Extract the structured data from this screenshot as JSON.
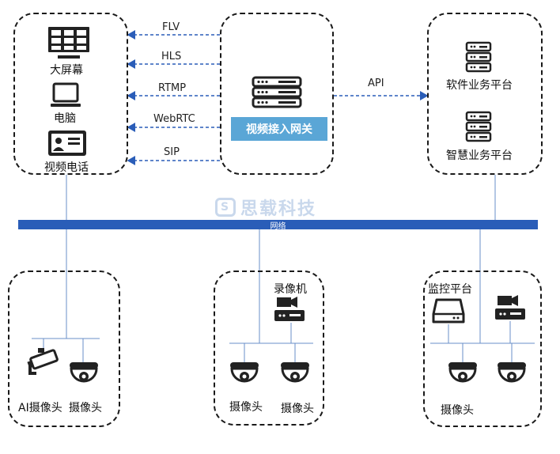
{
  "clients": {
    "big_screen": "大屏幕",
    "computer": "电脑",
    "video_phone": "视频电话"
  },
  "protocols": [
    "FLV",
    "HLS",
    "RTMP",
    "WebRTC",
    "SIP"
  ],
  "gateway": {
    "label": "视频接入网关"
  },
  "api": {
    "label": "API"
  },
  "platforms": {
    "software": "软件业务平台",
    "smart": "智慧业务平台"
  },
  "network": {
    "label": "网络"
  },
  "watermark": {
    "logo": "S",
    "text": "思载科技"
  },
  "groups": {
    "left": {
      "ai_camera": "AI摄像头",
      "camera": "摄像头"
    },
    "middle": {
      "recorder": "录像机",
      "camera1": "摄像头",
      "camera2": "摄像头"
    },
    "right": {
      "monitor_platform": "监控平台",
      "camera": "摄像头"
    }
  },
  "colors": {
    "arrow": "#2a5db8",
    "bus": "#2a5db8",
    "gateway": "#5aa6d6",
    "line": "#6a8fc8"
  }
}
